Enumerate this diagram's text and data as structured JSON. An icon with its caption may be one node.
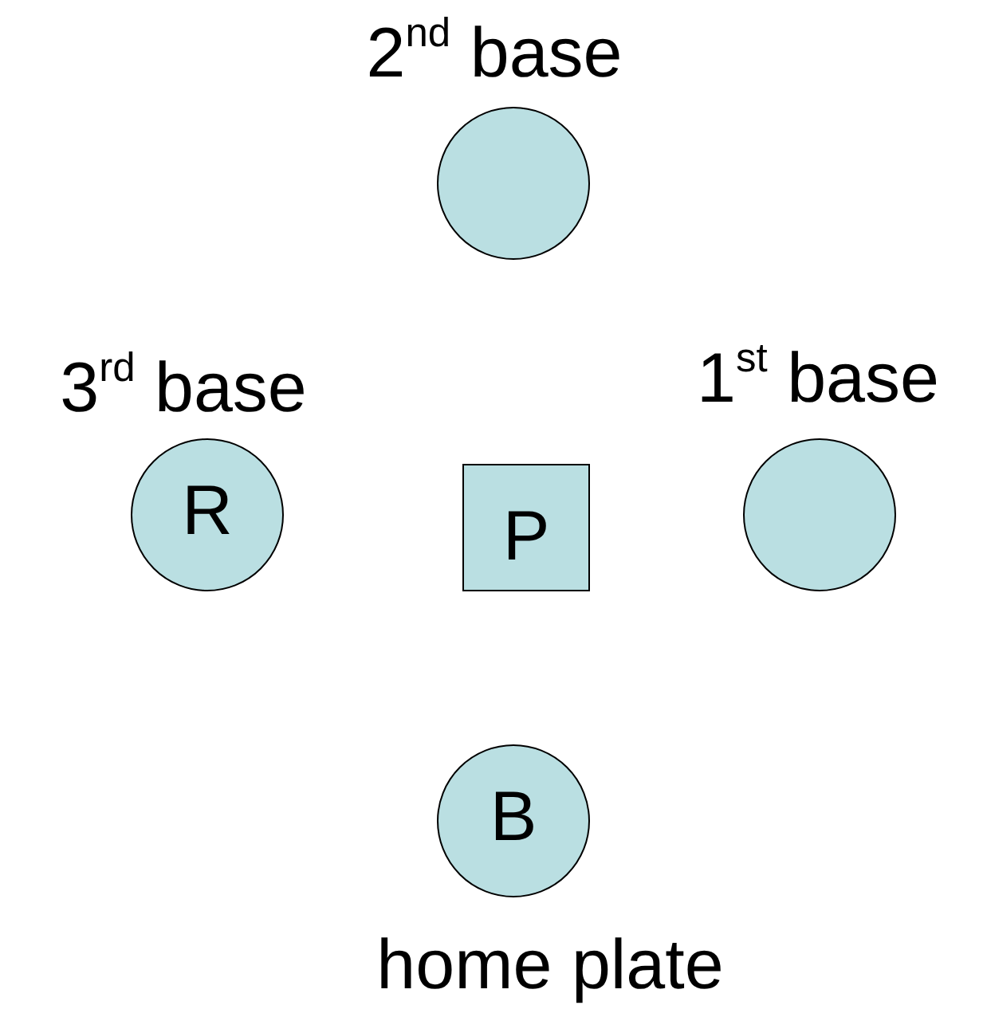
{
  "diagram": {
    "nodes": [
      {
        "text": [
          "2$^{nd}$ base"
        ]
      },
      {
        "text": [
          "3$^{rd}$ base",
          "R"
        ]
      },
      {
        "text": [
          "P"
        ]
      },
      {
        "text": [
          "1$^{st}$ base"
        ]
      },
      {
        "text": [
          "B",
          "home plate"
        ]
      }
    ]
  }
}
